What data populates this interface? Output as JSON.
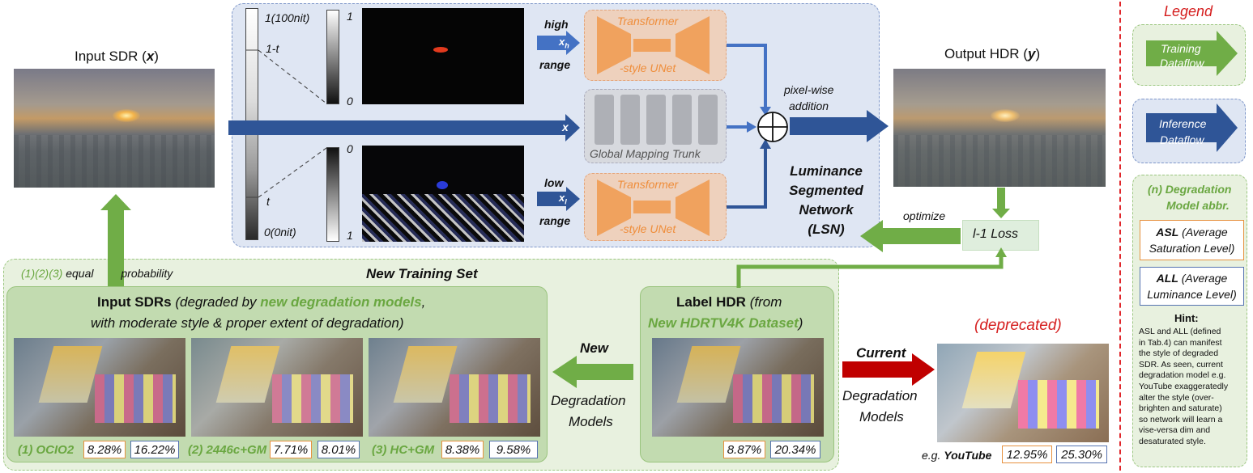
{
  "input_sdr": {
    "title": "Input SDR (",
    "var": "x",
    "close": ")"
  },
  "output_hdr": {
    "title": "Output HDR (",
    "var": "y",
    "close": ")"
  },
  "lsn": {
    "scale_top": "1(100nit)",
    "scale_1t": "1-t",
    "scale_t": "t",
    "scale_bottom": "0(0nit)",
    "bar_high_top": "1",
    "bar_high_bottom": "0",
    "bar_low_top": "0",
    "bar_low_bottom": "1",
    "high": "high",
    "range_high": "range",
    "xh": "x",
    "xh_sub": "h",
    "low": "low",
    "range_low": "range",
    "xl": "x",
    "xl_sub": "l",
    "x_label": "x",
    "unet_top": {
      "line1": "Transformer",
      "line2": "-style UNet"
    },
    "unet_bottom": {
      "line1": "Transformer",
      "line2": "-style UNet"
    },
    "trunk_label": "Global Mapping Trunk",
    "pixel_wise": "pixel-wise",
    "addition": "addition",
    "name_lines": [
      "Luminance",
      "Segmented",
      "Network",
      "(LSN)"
    ]
  },
  "loss": {
    "label": "l-1 Loss",
    "optimize": "optimize"
  },
  "training_set": {
    "title": "New Training Set",
    "probability_prefix": "(1)(2)(3)",
    "probability_mid": "equal",
    "probability_suffix": "probability",
    "input_title_bold": "Input SDRs",
    "input_title_rest": "(degraded by",
    "input_title_green": "new degradation models",
    "input_title_end": ",",
    "input_title_line2": "with moderate style & proper extent of degradation)",
    "label_title_bold": "Label HDR",
    "label_title_rest": "(from",
    "label_title_green": "New HDRTV4K Dataset",
    "label_title_end": ")",
    "models": [
      {
        "id": "(1)",
        "name": "OCIO2",
        "asl": "8.28%",
        "all": "16.22%"
      },
      {
        "id": "(2)",
        "name": "2446c+GM",
        "asl": "7.71%",
        "all": "8.01%"
      },
      {
        "id": "(3)",
        "name": "HC+GM",
        "asl": "8.38%",
        "all": "9.58%"
      }
    ],
    "label_asl": "8.87%",
    "label_all": "20.34%",
    "new_arrow": {
      "line1": "New",
      "line2": "Degradation",
      "line3": "Models"
    }
  },
  "current": {
    "line1": "Current",
    "line2": "Degradation",
    "line3": "Models",
    "deprecated": "(deprecated)",
    "eg_prefix": "e.g.",
    "eg_name": "YouTube",
    "asl": "12.95%",
    "all": "25.30%"
  },
  "legend": {
    "title": "Legend",
    "training": {
      "line1": "Training",
      "line2": "Dataflow"
    },
    "inference": {
      "line1": "Inference",
      "line2": "Dataflow"
    },
    "abbr_title1": "(n) Degradation",
    "abbr_title2": "Model abbr.",
    "asl_abbr": "ASL",
    "asl_text1": "(Average",
    "asl_text2": "Saturation Level)",
    "all_abbr": "ALL",
    "all_text1": "(Average",
    "all_text2": "Luminance Level)",
    "hint_title": "Hint:",
    "hint_lines": [
      "ASL and ALL (defined",
      "in Tab.4) can manifest",
      "the style of degraded",
      "SDR. As seen, current",
      "degradation model e.g.",
      "YouTube exaggeratedly",
      "alter the style (over-",
      "brighten and saturate)",
      "so network will learn a",
      "vise-versa dim and",
      "desaturated style."
    ]
  },
  "colors": {
    "training": "#70ad47",
    "inference": "#2f5597",
    "current": "#c00000",
    "accent_orange": "#ed7d31"
  }
}
